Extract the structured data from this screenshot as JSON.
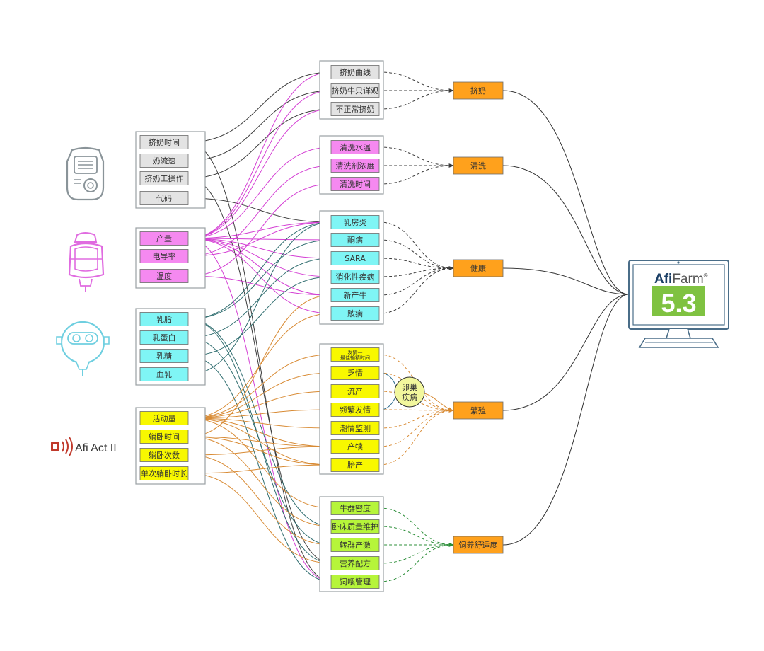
{
  "colors": {
    "gray": "#e3e3e3",
    "pink": "#f589f0",
    "cyan": "#7ff5f5",
    "yellow": "#f8f800",
    "green": "#b6f53a",
    "orange": "#ffa11c",
    "pink_line": "#d43fd4",
    "teal_line": "#2f6d6f",
    "orange_line": "#d88a33",
    "green_line": "#2d8f3a",
    "dark_line": "#3c3c3c",
    "screen_green": "#7fc241",
    "device_cyan": "#6fcfe0",
    "device_pink": "#e06be0"
  },
  "icons": [
    "milk-meter-icon",
    "milk-sensor-icon",
    "afilab-sensor-icon",
    "pedometer-tag-icon",
    "monitor-icon"
  ],
  "sources": {
    "meter": [
      "挤奶时间",
      "奶流速",
      "挤奶工操作",
      "代码"
    ],
    "sensor": [
      "产量",
      "电导率",
      "温度"
    ],
    "lab": [
      "乳脂",
      "乳蛋白",
      "乳糖",
      "血乳"
    ],
    "act": [
      "活动量",
      "躺卧时间",
      "躺卧次数",
      "单次躺卧时长"
    ]
  },
  "act_brand": "Afi Act II",
  "middle": {
    "milking": [
      "挤奶曲线",
      "挤奶牛只详观",
      "不正常挤奶"
    ],
    "cleaning": [
      "清洗水温",
      "清洗剂浓度",
      "清洗时间"
    ],
    "health": [
      "乳房炎",
      "酮病",
      "SARA",
      "消化性疾病",
      "新产牛",
      "跛病"
    ],
    "breeding": [
      "发情—最佳输精时间",
      "乏情",
      "流产",
      "频繁发情",
      "潮情监测",
      "产犊",
      "胎产"
    ],
    "comfort": [
      "牛群密度",
      "卧床质量维护",
      "转群产激",
      "营养配方",
      "饲喂管理"
    ]
  },
  "breeding_first_lines": [
    "发情—",
    "最佳输精时间"
  ],
  "bubble_lines": [
    "卵巢",
    "疾病"
  ],
  "categories": [
    "挤奶",
    "清洗",
    "健康",
    "繁殖",
    "饲养舒适度"
  ],
  "monitor": {
    "logo_left": "Afi",
    "logo_right": "Farm",
    "reg": "®",
    "version": "5.3"
  }
}
